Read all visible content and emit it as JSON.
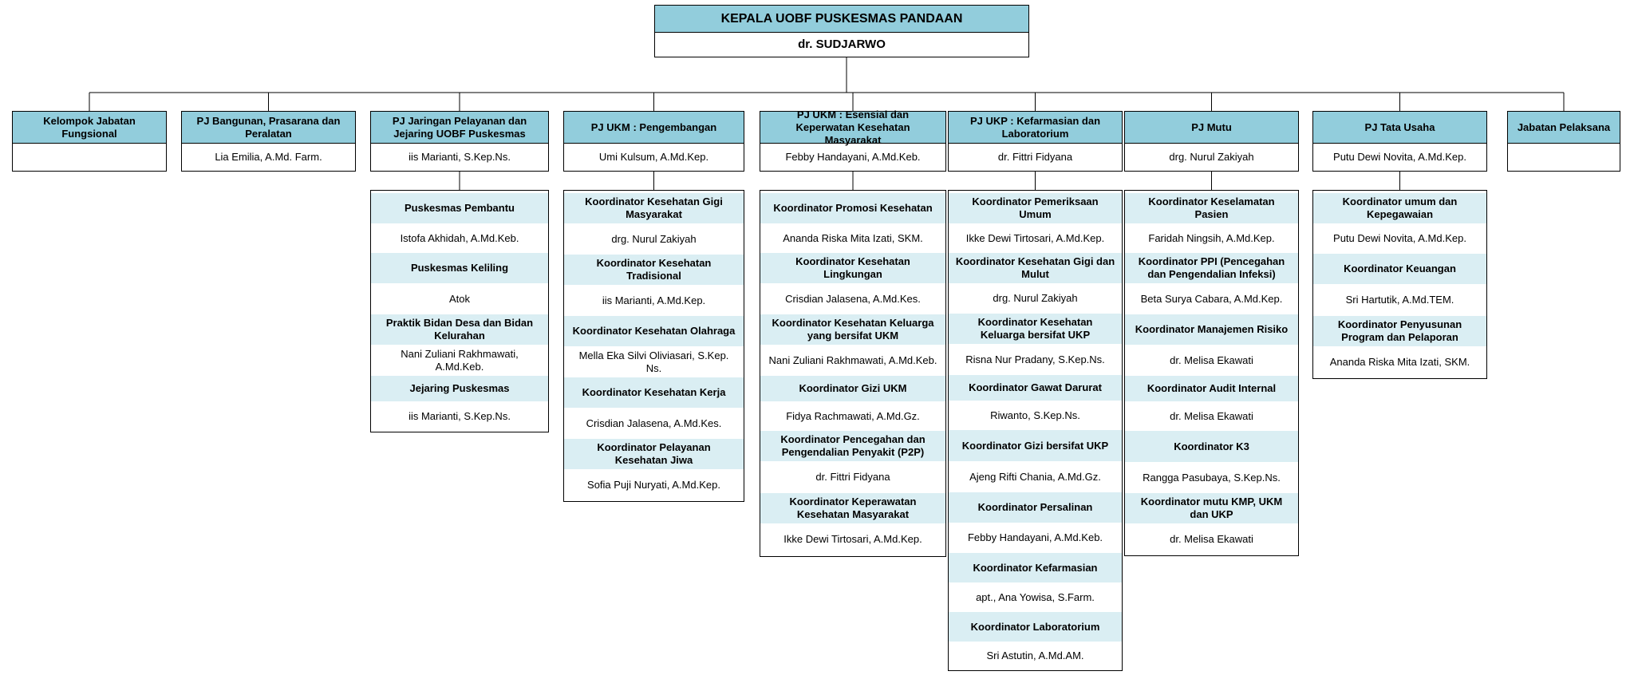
{
  "head": {
    "title": "KEPALA UOBF PUSKESMAS PANDAAN",
    "name": "dr. SUDJARWO"
  },
  "units": [
    {
      "title": "Kelompok Jabatan Fungsional",
      "name": ""
    },
    {
      "title": "PJ Bangunan, Prasarana dan Peralatan",
      "name": "Lia Emilia, A.Md. Farm."
    },
    {
      "title": "PJ Jaringan Pelayanan dan Jejaring UOBF Puskesmas",
      "name": "iis Marianti, S.Kep.Ns."
    },
    {
      "title": "PJ UKM : Pengembangan",
      "name": "Umi Kulsum, A.Md.Kep."
    },
    {
      "title": "PJ UKM : Esensial dan Keperwatan Kesehatan Masyarakat",
      "name": "Febby Handayani, A.Md.Keb."
    },
    {
      "title": "PJ UKP : Kefarmasian dan Laboratorium",
      "name": "dr. Fittri Fidyana"
    },
    {
      "title": "PJ Mutu",
      "name": "drg. Nurul Zakiyah"
    },
    {
      "title": "PJ Tata Usaha",
      "name": "Putu Dewi Novita, A.Md.Kep."
    },
    {
      "title": "Jabatan Pelaksana",
      "name": ""
    }
  ],
  "sublists": [
    {
      "unit": 2,
      "items": [
        {
          "role": "Puskesmas Pembantu",
          "name": "Istofa Akhidah, A.Md.Keb."
        },
        {
          "role": "Puskesmas Keliling",
          "name": "Atok"
        },
        {
          "role": "Praktik Bidan Desa dan Bidan Kelurahan",
          "name": "Nani Zuliani Rakhmawati, A.Md.Keb."
        },
        {
          "role": "Jejaring Puskesmas",
          "name": "iis Marianti, S.Kep.Ns."
        }
      ]
    },
    {
      "unit": 3,
      "items": [
        {
          "role": "Koordinator Kesehatan Gigi Masyarakat",
          "name": "drg. Nurul Zakiyah"
        },
        {
          "role": "Koordinator Kesehatan Tradisional",
          "name": "iis Marianti, A.Md.Kep."
        },
        {
          "role": "Koordinator Kesehatan Olahraga",
          "name": "Mella Eka Silvi Oliviasari, S.Kep. Ns."
        },
        {
          "role": "Koordinator Kesehatan Kerja",
          "name": "Crisdian Jalasena, A.Md.Kes."
        },
        {
          "role": "Koordinator Pelayanan Kesehatan Jiwa",
          "name": "Sofia Puji Nuryati, A.Md.Kep."
        }
      ]
    },
    {
      "unit": 4,
      "items": [
        {
          "role": "Koordinator Promosi Kesehatan",
          "name": "Ananda Riska Mita Izati, SKM."
        },
        {
          "role": "Koordinator Kesehatan Lingkungan",
          "name": "Crisdian Jalasena, A.Md.Kes."
        },
        {
          "role": "Koordinator Kesehatan Keluarga yang bersifat UKM",
          "name": "Nani Zuliani Rakhmawati, A.Md.Keb."
        },
        {
          "role": "Koordinator Gizi UKM",
          "name": "Fidya Rachmawati, A.Md.Gz."
        },
        {
          "role": "Koordinator Pencegahan dan Pengendalian Penyakit (P2P)",
          "name": "dr. Fittri Fidyana"
        },
        {
          "role": "Koordinator Keperawatan Kesehatan Masyarakat",
          "name": "Ikke Dewi Tirtosari, A.Md.Kep."
        }
      ]
    },
    {
      "unit": 5,
      "items": [
        {
          "role": "Koordinator Pemeriksaan Umum",
          "name": "Ikke Dewi Tirtosari, A.Md.Kep."
        },
        {
          "role": "Koordinator Kesehatan Gigi dan Mulut",
          "name": "drg. Nurul Zakiyah"
        },
        {
          "role": "Koordinator Kesehatan Keluarga bersifat UKP",
          "name": "Risna Nur Pradany, S.Kep.Ns."
        },
        {
          "role": "Koordinator Gawat Darurat",
          "name": "Riwanto, S.Kep.Ns."
        },
        {
          "role": "Koordinator Gizi bersifat UKP",
          "name": "Ajeng Rifti Chania, A.Md.Gz."
        },
        {
          "role": "Koordinator Persalinan",
          "name": "Febby Handayani, A.Md.Keb."
        },
        {
          "role": "Koordinator Kefarmasian",
          "name": "apt., Ana Yowisa, S.Farm."
        },
        {
          "role": "Koordinator Laboratorium",
          "name": "Sri Astutin, A.Md.AM."
        }
      ]
    },
    {
      "unit": 6,
      "items": [
        {
          "role": "Koordinator Keselamatan Pasien",
          "name": "Faridah Ningsih, A.Md.Kep."
        },
        {
          "role": "Koordinator PPI (Pencegahan dan Pengendalian Infeksi)",
          "name": "Beta Surya Cabara, A.Md.Kep."
        },
        {
          "role": "Koordinator Manajemen Risiko",
          "name": "dr. Melisa Ekawati"
        },
        {
          "role": "Koordinator Audit Internal",
          "name": "dr. Melisa Ekawati"
        },
        {
          "role": "Koordinator K3",
          "name": "Rangga Pasubaya, S.Kep.Ns."
        },
        {
          "role": "Koordinator mutu KMP, UKM dan UKP",
          "name": "dr. Melisa Ekawati"
        }
      ]
    },
    {
      "unit": 7,
      "items": [
        {
          "role": "Koordinator umum dan Kepegawaian",
          "name": "Putu Dewi Novita, A.Md.Kep."
        },
        {
          "role": "Koordinator Keuangan",
          "name": "Sri Hartutik, A.Md.TEM."
        },
        {
          "role": "Koordinator Penyusunan Program dan Pelaporan",
          "name": "Ananda Riska Mita Izati, SKM."
        }
      ]
    }
  ]
}
